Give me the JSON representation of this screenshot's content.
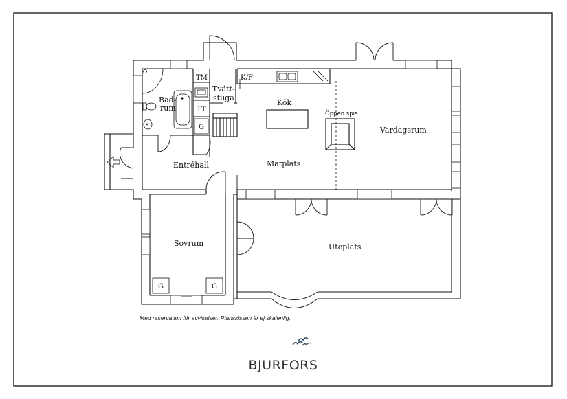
{
  "rooms": {
    "badrum_line1": "Bad-",
    "badrum_line2": "rum",
    "tm": "TM",
    "tt": "TT",
    "tvattstuga_line1": "Tvätt-",
    "tvattstuga_line2": "stuga",
    "kf": "K/F",
    "kok": "Kök",
    "oppen_spis": "Öppen spis",
    "vardagsrum": "Vardagsrum",
    "g_hall": "G",
    "entrehall": "Entréhall",
    "matplats": "Matplats",
    "sovrum": "Sovrum",
    "uteplats": "Uteplats",
    "g_sovrum_left": "G",
    "g_sovrum_right": "G"
  },
  "disclaimer": "Med reservation för avvikelser. Planskissen är ej skalenlig.",
  "brand": {
    "name": "BJURFORS",
    "logo_icon": "birds-icon",
    "color": "#2c4a63"
  }
}
